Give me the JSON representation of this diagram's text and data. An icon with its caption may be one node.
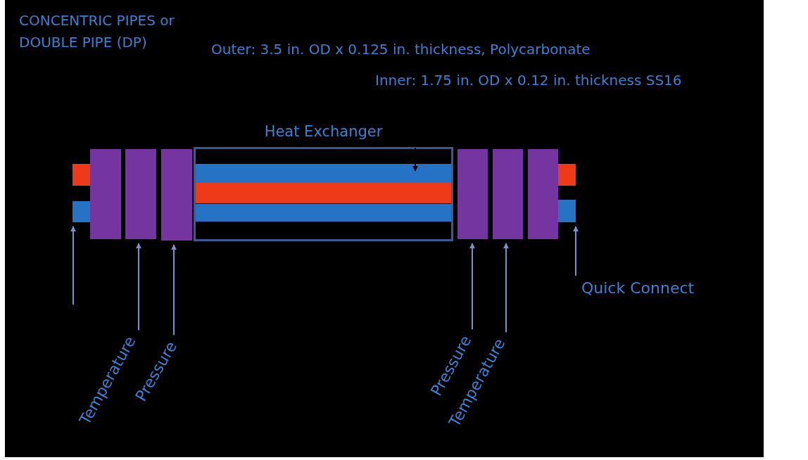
{
  "diagram": {
    "title": "CONCENTRIC PIPES or DOUBLE PIPE (DP)",
    "nodes": [
      {
        "text": [],
        "shape": "bar"
      },
      {
        "text": [],
        "shape": "bar"
      },
      {
        "text": [],
        "shape": "bar"
      },
      {
        "text": [],
        "shape": "bar"
      },
      {
        "text": [],
        "shape": "bar"
      },
      {
        "text": [
          "Heat Exchanger"
        ]
      },
      {
        "text": [],
        "shape": "bar",
        "in": 5
      },
      {
        "text": [],
        "shape": "bar",
        "in": 5
      },
      {
        "text": [],
        "shape": "bar",
        "in": 5
      },
      {
        "text": [],
        "shape": "bar"
      },
      {
        "text": [],
        "shape": "bar"
      },
      {
        "text": [],
        "shape": "bar"
      },
      {
        "text": [],
        "shape": "bar"
      },
      {
        "text": [],
        "shape": "bar"
      },
      {
        "text": [
          "Quick Connect"
        ]
      },
      {
        "text": [
          "Temperature"
        ]
      },
      {
        "text": [
          "Pressure"
        ]
      },
      {
        "text": [
          "Pressure"
        ]
      },
      {
        "text": [
          "Temperature"
        ]
      }
    ],
    "edges": [
      {
        "from": null,
        "to": 1,
        "arrow": "to"
      },
      {
        "from": 15,
        "to": 3,
        "arrow": "to"
      },
      {
        "from": 16,
        "to": 4,
        "arrow": "to"
      },
      {
        "from": 17,
        "to": 9,
        "arrow": "to"
      },
      {
        "from": 18,
        "to": 10,
        "arrow": "to"
      },
      {
        "from": 14,
        "to": 13,
        "arrow": "to"
      },
      {
        "from": 5,
        "to": 6,
        "arrow": "to",
        "color": "#000000"
      }
    ],
    "labels": [
      "Outer: 3.5 in. OD x 0.125 in. thickness, Polycarbonate",
      "Inner: 1.75 in. OD x 0.12 in. thickness SS16"
    ]
  }
}
